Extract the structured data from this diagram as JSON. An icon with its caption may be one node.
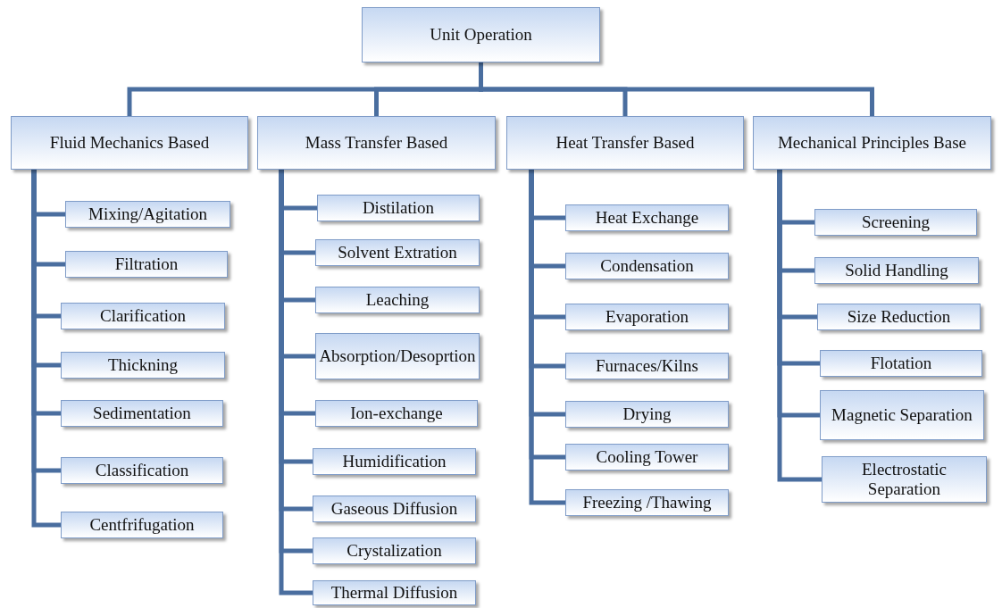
{
  "diagram": {
    "nodes": [
      {
        "text": [
          "Unit Operation"
        ]
      },
      {
        "text": [
          "Fluid Mechanics Based"
        ]
      },
      {
        "text": [
          "Mass Transfer Based"
        ]
      },
      {
        "text": [
          "Heat Transfer Based"
        ]
      },
      {
        "text": [
          "Mechanical Principles Base"
        ]
      },
      {
        "text": [
          "Mixing/Agitation"
        ]
      },
      {
        "text": [
          "Filtration"
        ]
      },
      {
        "text": [
          "Clarification"
        ]
      },
      {
        "text": [
          "Thickning"
        ]
      },
      {
        "text": [
          "Sedimentation"
        ]
      },
      {
        "text": [
          "Classification"
        ]
      },
      {
        "text": [
          "Centfrifugation"
        ]
      },
      {
        "text": [
          "Distilation"
        ]
      },
      {
        "text": [
          "Solvent Extration"
        ]
      },
      {
        "text": [
          "Leaching"
        ]
      },
      {
        "text": [
          "Absorption/Desoprtion"
        ]
      },
      {
        "text": [
          "Ion-exchange"
        ]
      },
      {
        "text": [
          "Humidification"
        ]
      },
      {
        "text": [
          "Gaseous Diffusion"
        ]
      },
      {
        "text": [
          "Crystalization"
        ]
      },
      {
        "text": [
          "Thermal Diffusion"
        ]
      },
      {
        "text": [
          "Heat Exchange"
        ]
      },
      {
        "text": [
          "Condensation"
        ]
      },
      {
        "text": [
          "Evaporation"
        ]
      },
      {
        "text": [
          "Furnaces/Kilns"
        ]
      },
      {
        "text": [
          "Drying"
        ]
      },
      {
        "text": [
          "Cooling Tower"
        ]
      },
      {
        "text": [
          "Freezing /Thawing"
        ]
      },
      {
        "text": [
          "Screening"
        ]
      },
      {
        "text": [
          "Solid Handling"
        ]
      },
      {
        "text": [
          "Size Reduction"
        ]
      },
      {
        "text": [
          "Flotation"
        ]
      },
      {
        "text": [
          "Magnetic Separation"
        ]
      },
      {
        "text": [
          "Electrostatic Separation"
        ]
      }
    ],
    "edges": [
      {
        "from": 0,
        "to": 1,
        "arrow": "none"
      },
      {
        "from": 0,
        "to": 2,
        "arrow": "none"
      },
      {
        "from": 0,
        "to": 3,
        "arrow": "none"
      },
      {
        "from": 0,
        "to": 4,
        "arrow": "none"
      },
      {
        "from": 1,
        "to": 5,
        "arrow": "none"
      },
      {
        "from": 1,
        "to": 6,
        "arrow": "none"
      },
      {
        "from": 1,
        "to": 7,
        "arrow": "none"
      },
      {
        "from": 1,
        "to": 8,
        "arrow": "none"
      },
      {
        "from": 1,
        "to": 9,
        "arrow": "none"
      },
      {
        "from": 1,
        "to": 10,
        "arrow": "none"
      },
      {
        "from": 1,
        "to": 11,
        "arrow": "none"
      },
      {
        "from": 2,
        "to": 12,
        "arrow": "none"
      },
      {
        "from": 2,
        "to": 13,
        "arrow": "none"
      },
      {
        "from": 2,
        "to": 14,
        "arrow": "none"
      },
      {
        "from": 2,
        "to": 15,
        "arrow": "none"
      },
      {
        "from": 2,
        "to": 16,
        "arrow": "none"
      },
      {
        "from": 2,
        "to": 17,
        "arrow": "none"
      },
      {
        "from": 2,
        "to": 18,
        "arrow": "none"
      },
      {
        "from": 2,
        "to": 19,
        "arrow": "none"
      },
      {
        "from": 2,
        "to": 20,
        "arrow": "none"
      },
      {
        "from": 3,
        "to": 21,
        "arrow": "none"
      },
      {
        "from": 3,
        "to": 22,
        "arrow": "none"
      },
      {
        "from": 3,
        "to": 23,
        "arrow": "none"
      },
      {
        "from": 3,
        "to": 24,
        "arrow": "none"
      },
      {
        "from": 3,
        "to": 25,
        "arrow": "none"
      },
      {
        "from": 3,
        "to": 26,
        "arrow": "none"
      },
      {
        "from": 3,
        "to": 27,
        "arrow": "none"
      },
      {
        "from": 4,
        "to": 28,
        "arrow": "none"
      },
      {
        "from": 4,
        "to": 29,
        "arrow": "none"
      },
      {
        "from": 4,
        "to": 30,
        "arrow": "none"
      },
      {
        "from": 4,
        "to": 31,
        "arrow": "none"
      },
      {
        "from": 4,
        "to": 32,
        "arrow": "none"
      },
      {
        "from": 4,
        "to": 33,
        "arrow": "none"
      }
    ]
  }
}
